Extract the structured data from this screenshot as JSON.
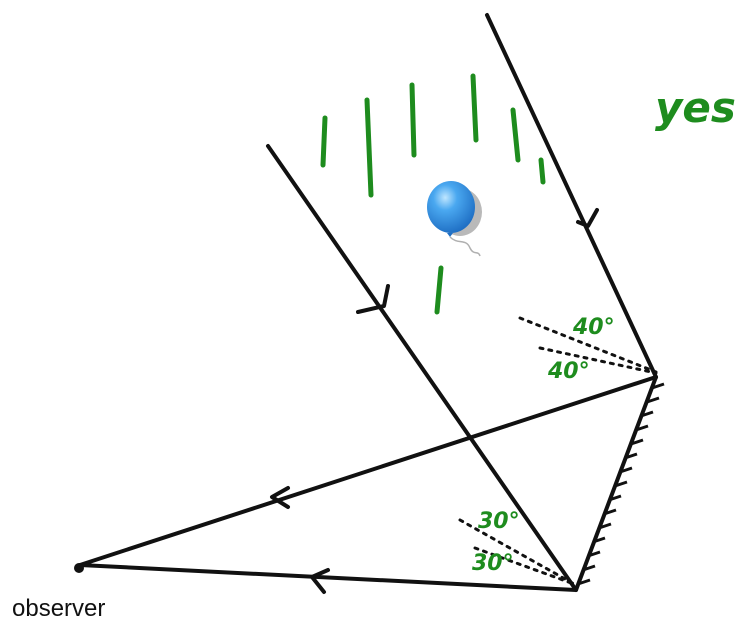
{
  "annotation": {
    "yes_text": "yes",
    "angle_upper_top": "40°",
    "angle_upper_bottom": "40°",
    "angle_lower_top": "30°",
    "angle_lower_bottom": "30°"
  },
  "labels": {
    "observer": "observer"
  },
  "colors": {
    "ink": "#111111",
    "annotation_green": "#1e8c1e",
    "balloon": "#3a9be8"
  }
}
